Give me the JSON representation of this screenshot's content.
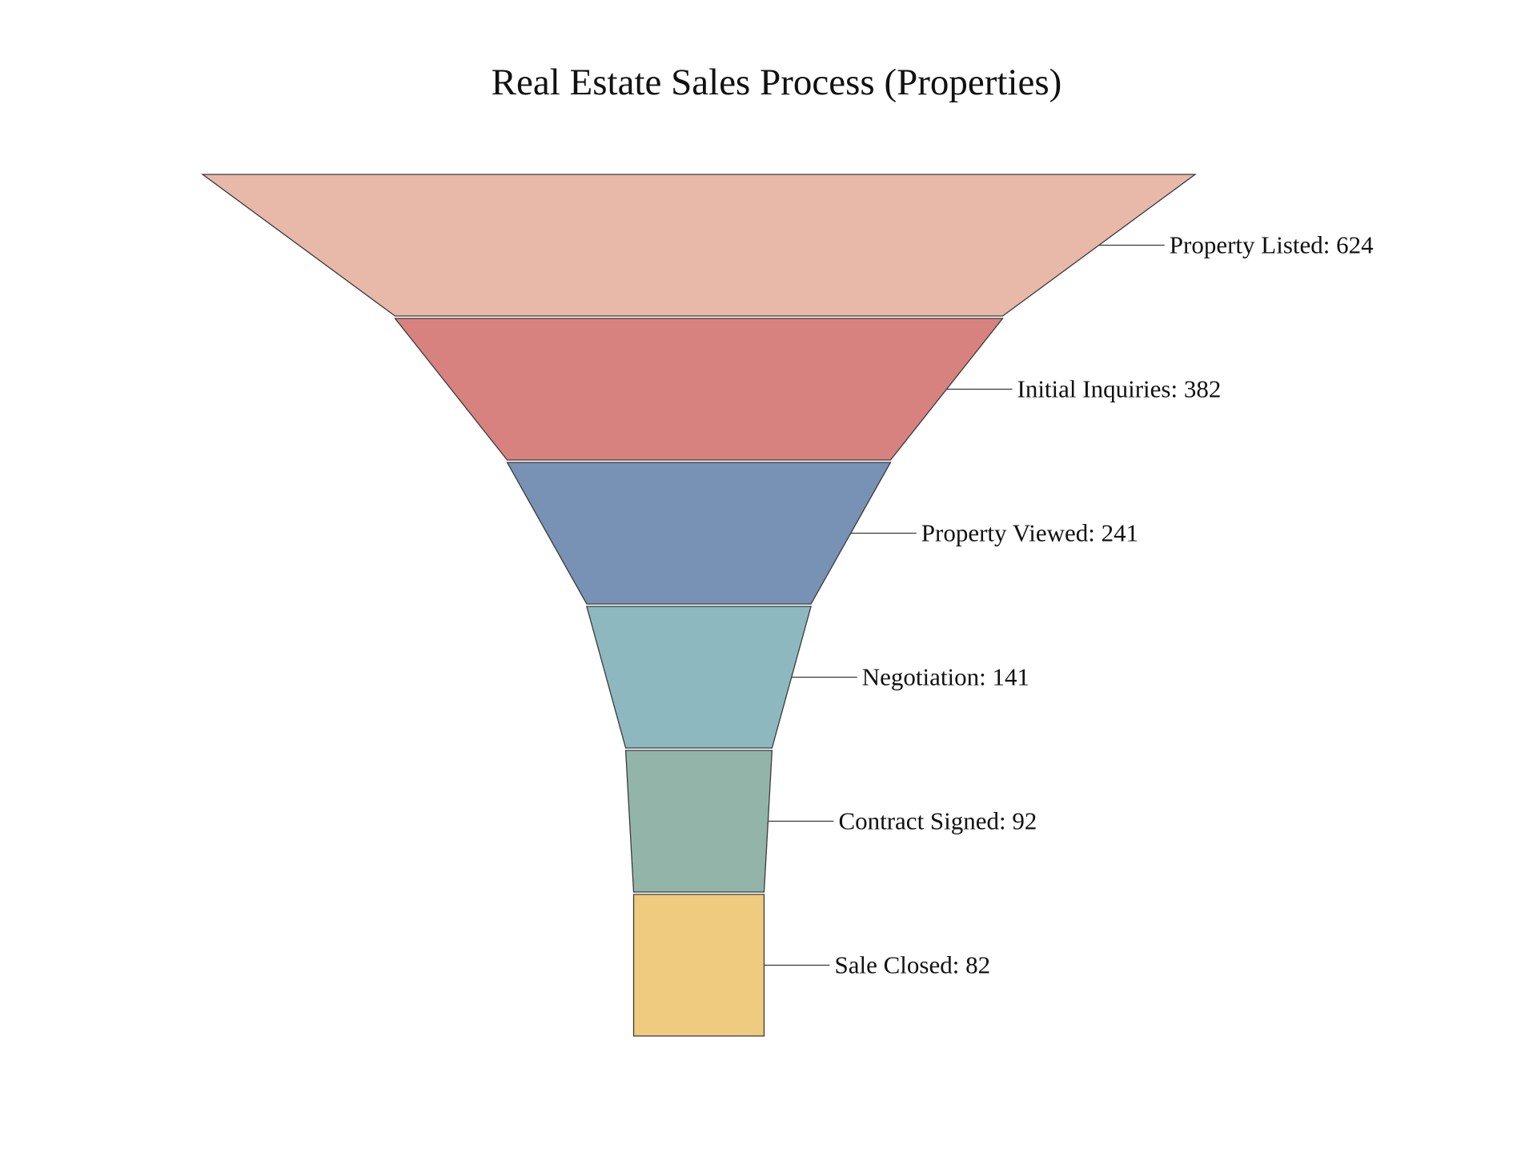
{
  "chart_data": {
    "type": "funnel",
    "title": "Real Estate Sales Process (Properties)",
    "stages": [
      {
        "label": "Property Listed",
        "value": 624,
        "color": "#e8b8a9"
      },
      {
        "label": "Initial Inquiries",
        "value": 382,
        "color": "#d8827f"
      },
      {
        "label": "Property Viewed",
        "value": 241,
        "color": "#7892b5"
      },
      {
        "label": "Negotiation",
        "value": 141,
        "color": "#8eb8bf"
      },
      {
        "label": "Contract Signed",
        "value": 92,
        "color": "#93b5a9"
      },
      {
        "label": "Sale Closed",
        "value": 82,
        "color": "#eecb7f"
      }
    ],
    "label_format": "{label}: {value}",
    "legend": "none",
    "grid": false
  }
}
